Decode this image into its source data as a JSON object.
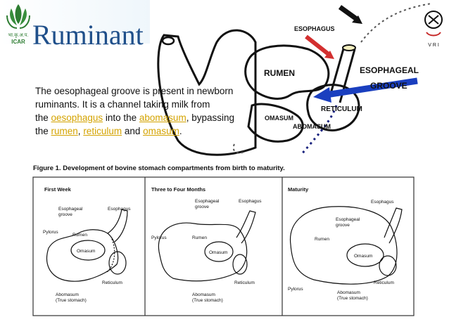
{
  "slide": {
    "title": "Ruminant",
    "logo_left_text": "ICAR",
    "logo_left_hindi": "भा.कृ.अ.प.",
    "logo_right_text": "V R I"
  },
  "top_diagram": {
    "labels": {
      "esophagus": "ESOPHAGUS",
      "rumen": "RUMEN",
      "esophageal_groove_1": "ESOPHAGEAL",
      "esophageal_groove_2": "GROOVE",
      "reticulum": "RETICULUM",
      "omasum": "OMASUM",
      "abomasum": "ABOMASUM"
    }
  },
  "description": {
    "line1": "The oesophageal groove is present in newborn",
    "line2": "ruminants. It is a channel taking milk from",
    "line3_pre": "the ",
    "link_oesophagus": "oesophagus",
    "line3_mid": " into the ",
    "link_abomasum": "abomasum",
    "line3_post": ", bypassing",
    "line4_pre": "the ",
    "link_rumen": "rumen",
    "comma": ", ",
    "link_reticulum": "reticulum",
    "and": " and ",
    "link_omasum": "omasum",
    "period": "."
  },
  "figure": {
    "caption": "Figure 1. Development of bovine stomach compartments from birth to maturity.",
    "panels": [
      {
        "title": "First Week",
        "labels": {
          "esophageal_groove_1": "Esophageal",
          "esophageal_groove_2": "groove",
          "esophagus": "Esophagus",
          "pylorus": "Pylorus",
          "rumen": "Rumen",
          "omasum": "Omasum",
          "reticulum": "Reticulum",
          "abomasum_1": "Abomasum",
          "abomasum_2": "(True stomach)"
        }
      },
      {
        "title": "Three to Four Months",
        "labels": {
          "esophageal_groove_1": "Esophageal",
          "esophageal_groove_2": "groove",
          "esophagus": "Esophagus",
          "pylorus": "Pylorus",
          "rumen": "Rumen",
          "omasum": "Omasum",
          "reticulum": "Reticulum",
          "abomasum_1": "Abomasum",
          "abomasum_2": "(True stomach)"
        }
      },
      {
        "title": "Maturity",
        "labels": {
          "esophagus": "Esophagus",
          "esophageal_groove_1": "Esophageal",
          "esophageal_groove_2": "groove",
          "rumen": "Rumen",
          "omasum": "Omasum",
          "reticulum": "Reticulum",
          "pylorus": "Pylorus",
          "abomasum_1": "Abomasum",
          "abomasum_2": "(True stomach)"
        }
      }
    ]
  }
}
